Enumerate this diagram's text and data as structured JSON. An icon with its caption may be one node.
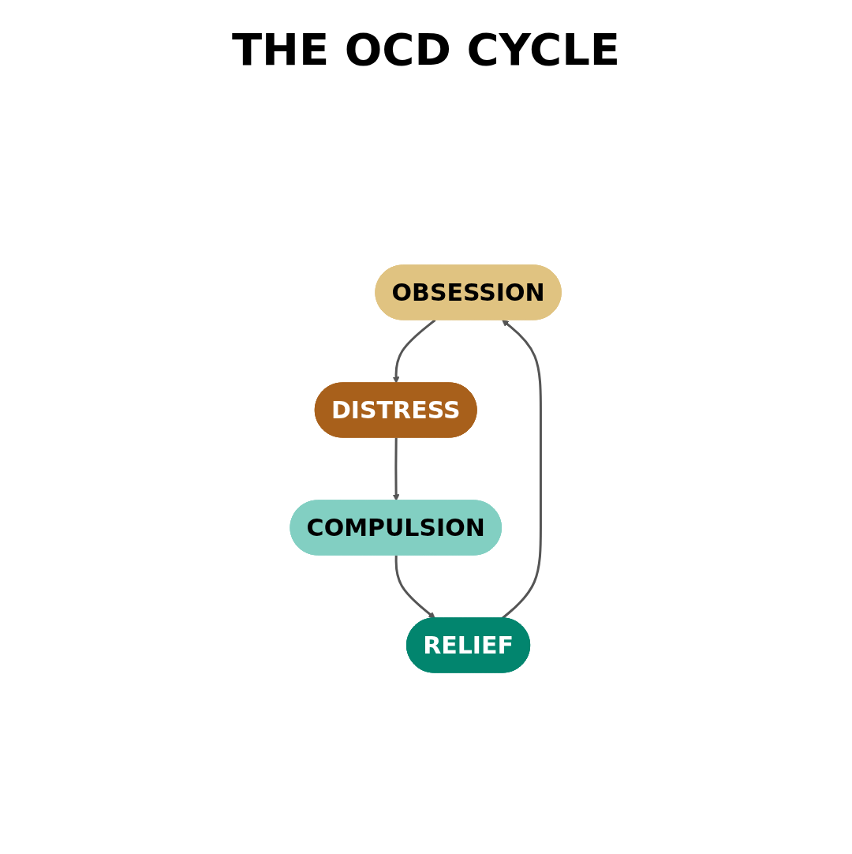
{
  "diagram": {
    "title": "THE OCD CYCLE",
    "nodes": [
      {
        "text": [
          "OBSESSION"
        ]
      },
      {
        "text": [
          "DISTRESS"
        ]
      },
      {
        "text": [
          "COMPULSION"
        ]
      },
      {
        "text": [
          "RELIEF"
        ]
      }
    ],
    "edges": [
      {
        "from": 0,
        "to": 1,
        "arrow": "to"
      },
      {
        "from": 1,
        "to": 2,
        "arrow": "to"
      },
      {
        "from": 2,
        "to": 3,
        "arrow": "to"
      },
      {
        "from": 3,
        "to": 0,
        "arrow": "to"
      }
    ]
  }
}
